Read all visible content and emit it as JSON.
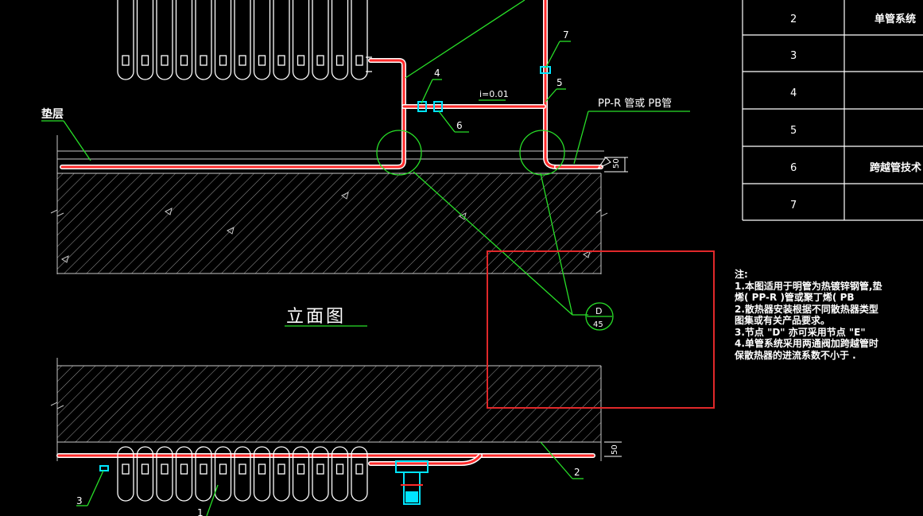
{
  "drawing": {
    "view_title": "立面图",
    "layer_label": "垫层",
    "pipe_label": "PP-R 管或 PB管",
    "slope_label": "i=0.01",
    "detail_callout_top": "D",
    "detail_callout_bottom": "45",
    "leaders": {
      "l1": "1",
      "l2": "2",
      "l3": "3",
      "l4": "4",
      "l5": "5",
      "l6": "6",
      "l7": "7"
    },
    "dim_right_top": "50",
    "dim_right_bottom": "50"
  },
  "table": {
    "rows": [
      {
        "no": "2",
        "name": "单管系统"
      },
      {
        "no": "3",
        "name": ""
      },
      {
        "no": "4",
        "name": ""
      },
      {
        "no": "5",
        "name": ""
      },
      {
        "no": "6",
        "name": "跨越管技术"
      },
      {
        "no": "7",
        "name": ""
      }
    ]
  },
  "notes": {
    "heading": "注:",
    "lines": [
      "1.本图适用于明管为热镀锌钢管,垫",
      "烯( PP-R )管或聚丁烯(   PB",
      "2.散热器安装根据不同散热器类型",
      "图集或有关产品要求。",
      "3.节点 \"D\" 亦可采用节点   \"E\"",
      "4.单管系统采用两通阀加跨越管时",
      "保散热器的进流系数不小于      ."
    ]
  },
  "colors": {
    "background": "#000000",
    "line_white": "#ffffff",
    "pipe_red": "#ff2a2a",
    "leader_green": "#28e028",
    "valve_cyan": "#00e5ff",
    "selection_red": "#e0282a",
    "hatch_gray": "#9a9a9a"
  }
}
